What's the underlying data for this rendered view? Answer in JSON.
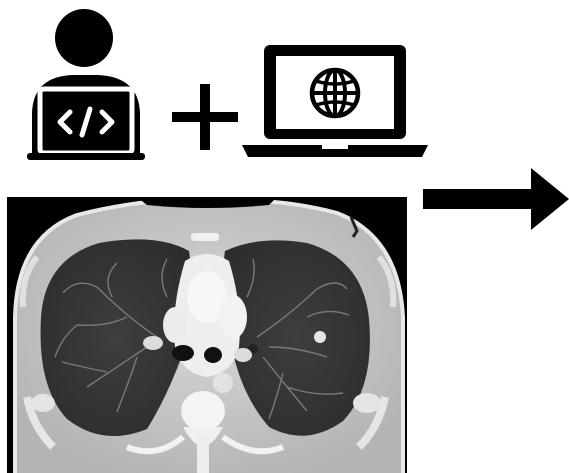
{
  "diagram": {
    "colors": {
      "icon": "#000000",
      "background": "#ffffff",
      "ct_background": "#000000",
      "ct_lung": "#3a3a3a",
      "ct_tissue": "#c8c8c8",
      "ct_bone": "#f2f2f2"
    },
    "elements": [
      {
        "id": "developer",
        "icon": "developer-with-code-laptop-icon"
      },
      {
        "id": "plus",
        "icon": "plus-icon"
      },
      {
        "id": "web-laptop",
        "icon": "laptop-globe-icon"
      },
      {
        "id": "arrow",
        "icon": "arrow-right-icon"
      },
      {
        "id": "ct-scan",
        "image": "chest-ct-axial-slice"
      }
    ]
  }
}
